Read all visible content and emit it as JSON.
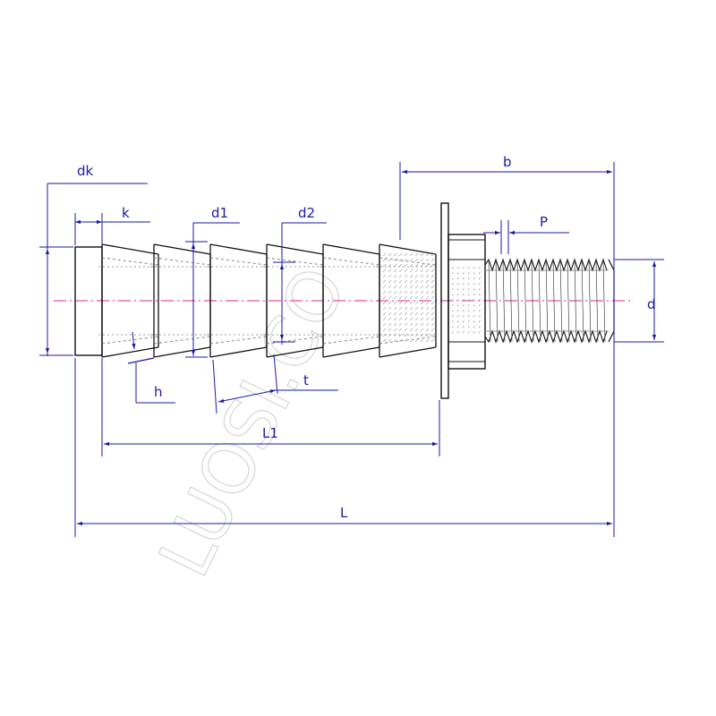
{
  "watermark": "LUOSI.CO",
  "labels": {
    "dk": "dk",
    "k": "k",
    "d1": "d1",
    "d2": "d2",
    "b": "b",
    "P": "P",
    "d": "d",
    "h": "h",
    "t": "t",
    "L1": "L1",
    "L": "L"
  },
  "colors": {
    "outline": "#111111",
    "hidden_line": "#7a7a7a",
    "dimension": "#1a1aa8",
    "centerline": "#e0208f",
    "watermark": "#d6d6d6"
  },
  "icons": {
    "arrowheads": "dimension-arrow-icon"
  }
}
